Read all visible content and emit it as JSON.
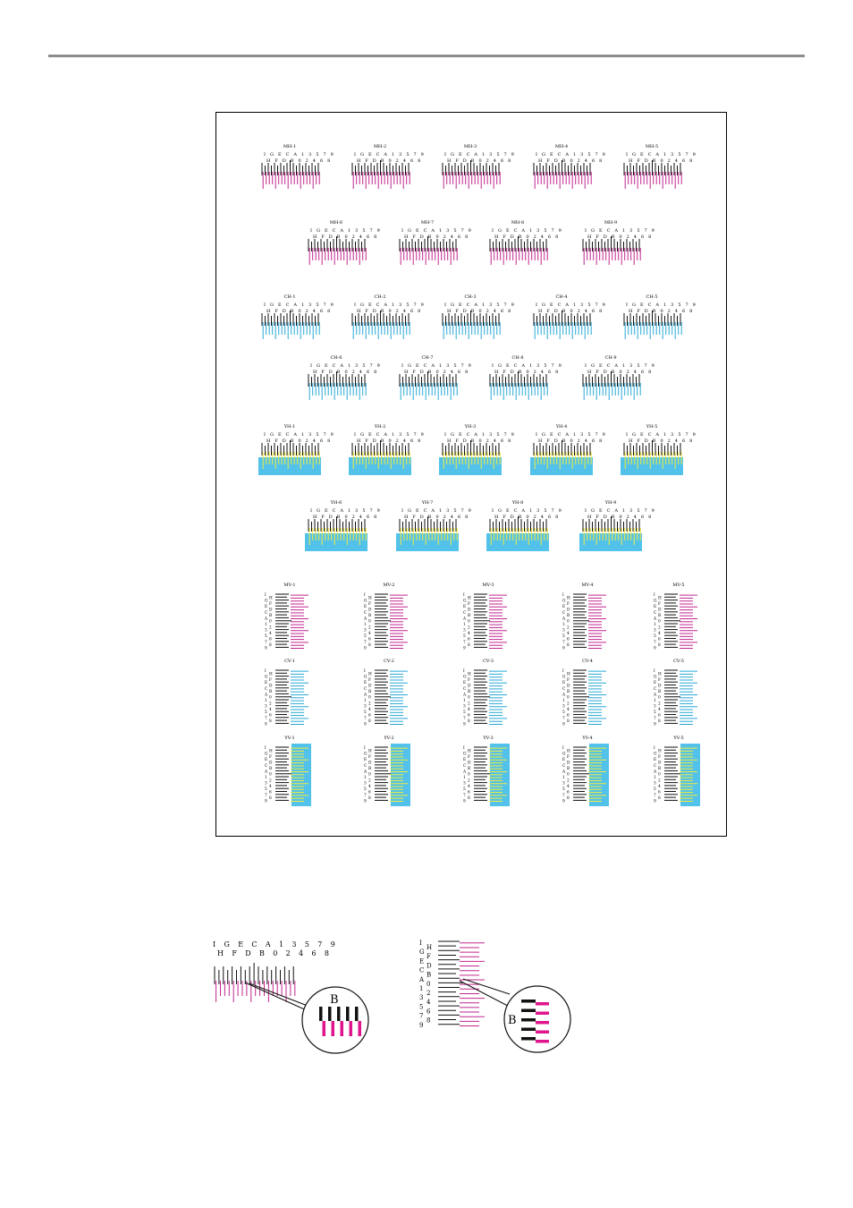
{
  "colors": {
    "magenta": "#c2268f",
    "cyan": "#29a8d6",
    "yellow": "#f4ea3a",
    "yellow_bg": "#52c2ea",
    "black": "#111111",
    "rule": "#8c8c8c",
    "zoom_magenta": "#e0148c"
  },
  "chart": {
    "scale_top": "I G E C A 1 3 5 7 9",
    "scale_bottom": "H F D B 0 2 4 6 8",
    "vertical_scale": [
      "I",
      "H",
      "G",
      "F",
      "E",
      "D",
      "C",
      "B",
      "A",
      "0",
      "1",
      "2",
      "3",
      "4",
      "5",
      "6",
      "7",
      "8",
      "9"
    ],
    "horizontal_groups": [
      {
        "color": "magenta",
        "rows": [
          [
            "MH-1",
            "MH-2",
            "MH-3",
            "MH-4",
            "MH-5"
          ],
          [
            "MH-6",
            "MH-7",
            "MH-8",
            "MH-9"
          ]
        ]
      },
      {
        "color": "cyan",
        "rows": [
          [
            "CH-1",
            "CH-2",
            "CH-3",
            "CH-4",
            "CH-5"
          ],
          [
            "CH-6",
            "CH-7",
            "CH-8",
            "CH-9"
          ]
        ]
      },
      {
        "color": "yellow",
        "rows": [
          [
            "YH-1",
            "YH-2",
            "YH-3",
            "YH-4",
            "YH-5"
          ],
          [
            "YH-6",
            "YH-7",
            "YH-8",
            "YH-9"
          ]
        ]
      }
    ],
    "vertical_groups": [
      {
        "color": "magenta",
        "labels": [
          "MV-1",
          "MV-2",
          "MV-3",
          "MV-4",
          "MV-5"
        ]
      },
      {
        "color": "cyan",
        "labels": [
          "CV-1",
          "CV-2",
          "CV-3",
          "CV-4",
          "CV-5"
        ]
      },
      {
        "color": "yellow",
        "labels": [
          "YV-1",
          "YV-2",
          "YV-3",
          "YV-4",
          "YV-5"
        ]
      }
    ]
  },
  "examples": {
    "horizontal_top": "I G E C A 1 3 5 7 9",
    "horizontal_bottom": "H F D B 0 2 4 6 8",
    "vertical_left": [
      "I",
      "G",
      "E",
      "C",
      "A",
      "1",
      "3",
      "5",
      "7",
      "9"
    ],
    "vertical_right": [
      "H",
      "F",
      "D",
      "B",
      "0",
      "2",
      "4",
      "6",
      "8"
    ],
    "callout_label": "B"
  }
}
